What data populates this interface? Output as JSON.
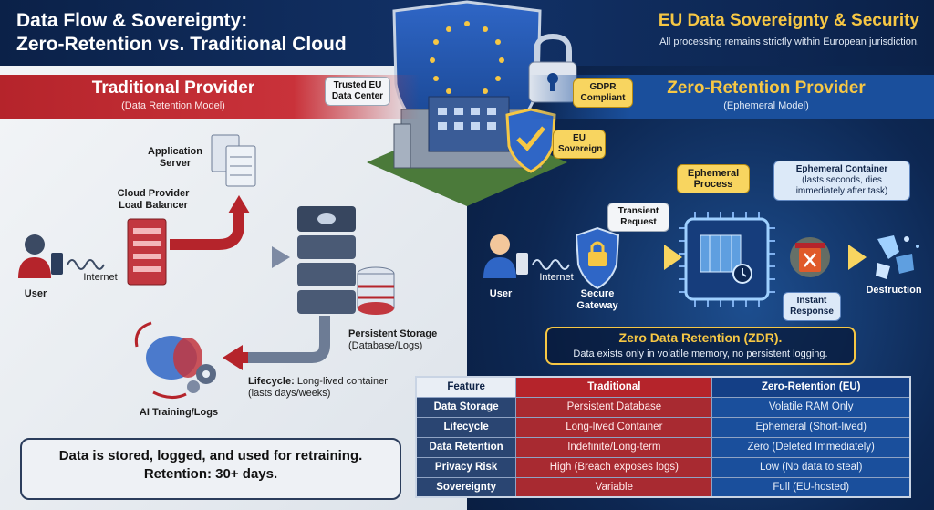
{
  "header": {
    "title_line1": "Data Flow & Sovereignty:",
    "title_line2": "Zero-Retention vs. Traditional Cloud",
    "security_title": "EU Data Sovereignty & Security",
    "security_subtitle": "All processing remains strictly within European jurisdiction."
  },
  "traditional": {
    "title": "Traditional Provider",
    "subtitle": "(Data Retention Model)",
    "user_label": "User",
    "internet_label": "Internet",
    "lb_label_line1": "Cloud Provider",
    "lb_label_line2": "Load Balancer",
    "app_label_line1": "Application",
    "app_label_line2": "Server",
    "storage_label": "Persistent Storage",
    "storage_sub": "(Database/Logs)",
    "lifecycle_label": "Lifecycle:",
    "lifecycle_value": "Long-lived container",
    "lifecycle_sub": "(lasts days/weeks)",
    "ai_label": "AI Training/Logs",
    "summary_line1": "Data is stored, logged, and used for retraining.",
    "summary_line2": "Retention: 30+ days."
  },
  "center": {
    "trusted_line1": "Trusted EU",
    "trusted_line2": "Data Center",
    "gdpr_line1": "GDPR",
    "gdpr_line2": "Compliant",
    "eu_line1": "EU",
    "eu_line2": "Sovereign"
  },
  "zero_retention": {
    "title": "Zero-Retention Provider",
    "subtitle": "(Ephemeral Model)",
    "user_label": "User",
    "internet_label": "Internet",
    "gateway_line1": "Secure",
    "gateway_line2": "Gateway",
    "transient_line1": "Transient",
    "transient_line2": "Request",
    "process_line1": "Ephemeral",
    "process_line2": "Process",
    "container_title": "Ephemeral Container",
    "container_line1": "(lasts seconds, dies",
    "container_line2": "immediately after task)",
    "instant_line1": "Instant",
    "instant_line2": "Response",
    "destruction_label": "Destruction",
    "zdr_title": "Zero Data Retention (ZDR).",
    "zdr_desc": "Data exists only in volatile memory, no persistent logging."
  },
  "table": {
    "headers": [
      "Feature",
      "Traditional",
      "Zero-Retention (EU)"
    ],
    "rows": [
      {
        "feature": "Data Storage",
        "traditional": "Persistent Database",
        "zero": "Volatile RAM Only"
      },
      {
        "feature": "Lifecycle",
        "traditional": "Long-lived Container",
        "zero": "Ephemeral (Short-lived)"
      },
      {
        "feature": "Data Retention",
        "traditional": "Indefinite/Long-term",
        "zero": "Zero (Deleted Immediately)"
      },
      {
        "feature": "Privacy Risk",
        "traditional": "High (Breach exposes logs)",
        "zero": "Low (No data to steal)"
      },
      {
        "feature": "Sovereignty",
        "traditional": "Variable",
        "zero": "Full (EU-hosted)"
      }
    ]
  },
  "colors": {
    "traditional_red": "#b5242b",
    "eu_blue": "#143f86",
    "gold": "#f6c744",
    "navy": "#0b2148"
  },
  "icons": [
    "user-icon",
    "phone-icon",
    "server-rack-icon",
    "database-icon",
    "brain-gear-icon",
    "shield-eu-icon",
    "padlock-icon",
    "checkmark-shield-icon",
    "castle-icon",
    "gateway-lock-icon",
    "chip-container-icon",
    "trash-bin-icon",
    "shatter-icon"
  ]
}
